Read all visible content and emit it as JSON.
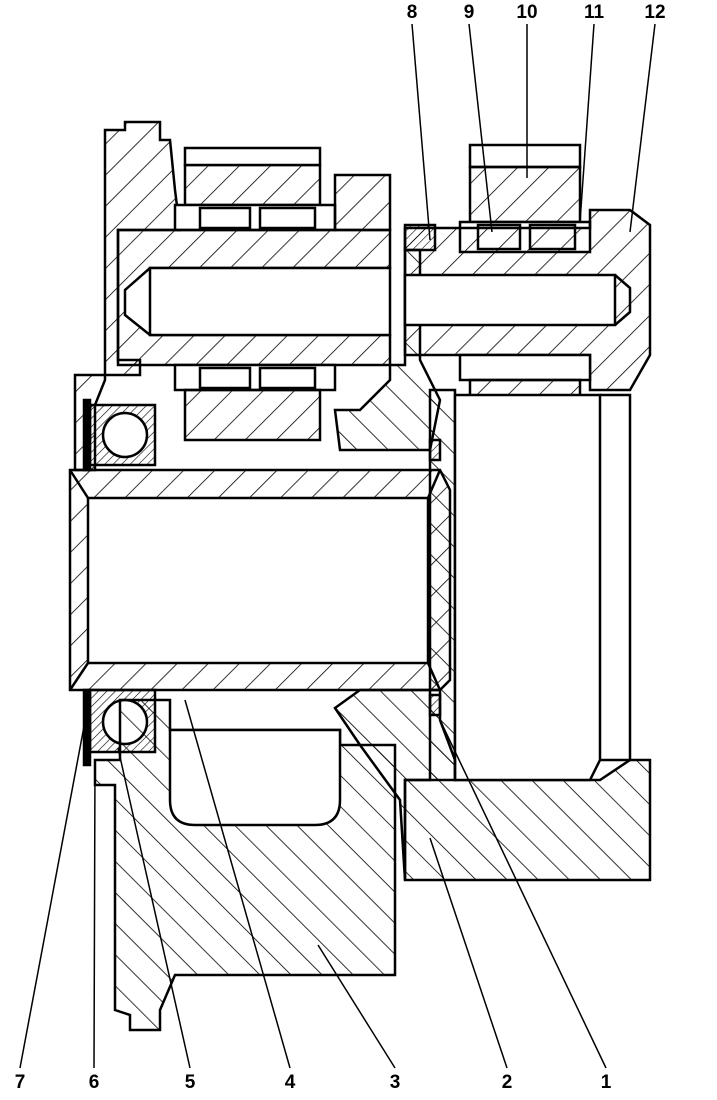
{
  "title": "Gear reducer assembly cross-section",
  "callouts": [
    {
      "id": "1",
      "text": "1"
    },
    {
      "id": "2",
      "text": "2"
    },
    {
      "id": "3",
      "text": "3"
    },
    {
      "id": "4",
      "text": "4"
    },
    {
      "id": "5",
      "text": "5"
    },
    {
      "id": "6",
      "text": "6"
    },
    {
      "id": "7",
      "text": "7"
    },
    {
      "id": "8",
      "text": "8"
    },
    {
      "id": "9",
      "text": "9"
    },
    {
      "id": "10",
      "text": "10"
    },
    {
      "id": "11",
      "text": "11"
    },
    {
      "id": "12",
      "text": "12"
    }
  ],
  "colors": {
    "line": "#000000",
    "background": "#ffffff"
  }
}
